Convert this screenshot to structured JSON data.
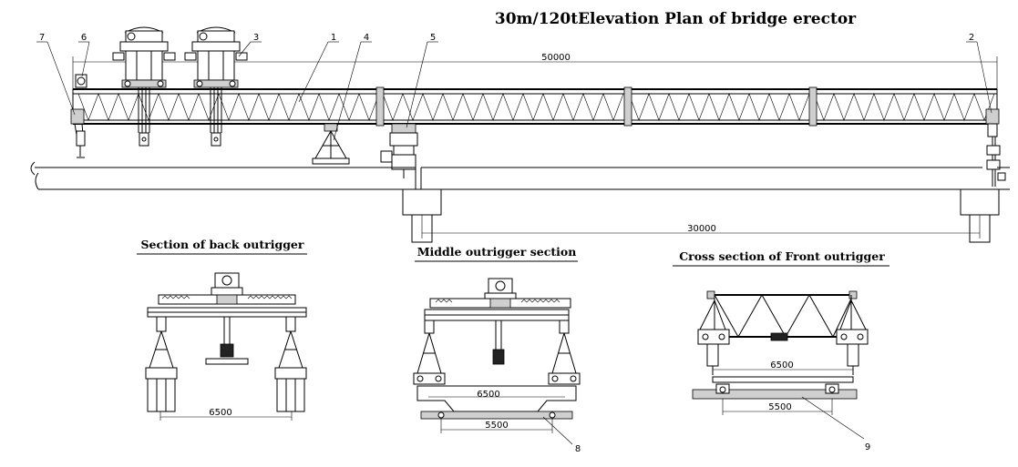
{
  "title": "30m/120tElevation Plan of bridge erector",
  "sections": {
    "back": "Section of back outrigger",
    "middle": "Middle outrigger section",
    "front": "Cross section of Front outrigger"
  },
  "dimensions": {
    "main_length": "50000",
    "span": "30000",
    "back_width": "6500",
    "middle_width_upper": "6500",
    "middle_width_lower": "5500",
    "front_width_upper": "6500",
    "front_width_lower": "5500"
  },
  "callouts": [
    "1",
    "2",
    "3",
    "4",
    "5",
    "6",
    "7",
    "8",
    "9"
  ]
}
